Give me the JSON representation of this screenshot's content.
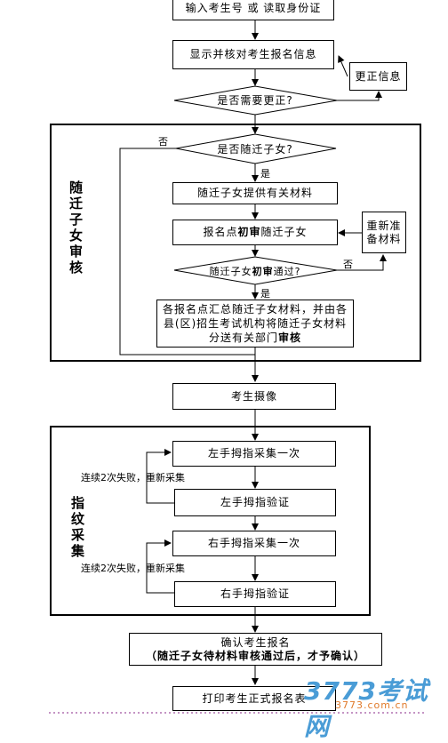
{
  "nodes": {
    "input_id": "输入考生号 或 读取身份证",
    "show_info": "显示并核对考生报名信息",
    "correct_info": "更正信息",
    "need_correct": "是否需要更正?",
    "is_migrant": "是否随迁子女?",
    "provide_materials": "随迁子女提供有关材料",
    "prelim_a": "报名点",
    "prelim_bold": "初审",
    "prelim_b": "随迁子女",
    "reprepare": "重新准备材料",
    "passed_a": "随迁子女",
    "passed_bold": "初审",
    "passed_b": "通过?",
    "summary_a": "各报名点汇总随迁子女材料，并由各县(区)招生考试机构将随迁子女材料分送有关部门",
    "summary_bold": "审核",
    "photo": "考生摄像",
    "left_collect": "左手拇指采集一次",
    "left_verify": "左手拇指验证",
    "right_collect": "右手拇指采集一次",
    "right_verify": "右手拇指验证",
    "confirm_line1": "确认考生报名",
    "confirm_line2": "（随迁子女待材料审核通过后，才予确认）",
    "print": "打印考生正式报名表"
  },
  "regions": {
    "migrant_review": "随迁子女审核",
    "fingerprint": "指纹采集"
  },
  "edge_labels": {
    "no1": "否",
    "yes1": "是",
    "no2": "否",
    "yes2": "是",
    "retry1": "连续2次失败，重新采集",
    "retry2": "连续2次失败，重新采集"
  },
  "watermark": {
    "brand": "3773考试网",
    "url": "3773.com.cn"
  }
}
